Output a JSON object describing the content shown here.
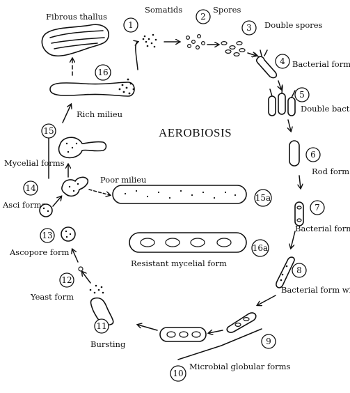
{
  "title": "AEROBIOSIS",
  "stages": [
    {
      "num": "1",
      "label": "Somatids"
    },
    {
      "num": "2",
      "label": "Spores"
    },
    {
      "num": "3",
      "label": "Double spores"
    },
    {
      "num": "4",
      "label": "Bacterial form"
    },
    {
      "num": "5",
      "label": "Double bacterial form"
    },
    {
      "num": "6",
      "label": "Rod form"
    },
    {
      "num": "7",
      "label": "Bacterial form with double spores"
    },
    {
      "num": "8",
      "label": "Bacterial form with granular double spores"
    },
    {
      "num": "9",
      "label": ""
    },
    {
      "num": "10",
      "label": "Microbial globular forms"
    },
    {
      "num": "11",
      "label": "Bursting"
    },
    {
      "num": "12",
      "label": "Yeast form"
    },
    {
      "num": "13",
      "label": "Ascopore form"
    },
    {
      "num": "14",
      "label": "Asci forms"
    },
    {
      "num": "15",
      "label": "Mycelial forms"
    },
    {
      "num": "16",
      "label": "Rich milieu"
    },
    {
      "num": "15a",
      "label": ""
    },
    {
      "num": "16a",
      "label": "Resistant mycelial form"
    }
  ],
  "labels": {
    "fibrous_thallus": "Fibrous thallus",
    "poor_milieu": "Poor milieu"
  }
}
